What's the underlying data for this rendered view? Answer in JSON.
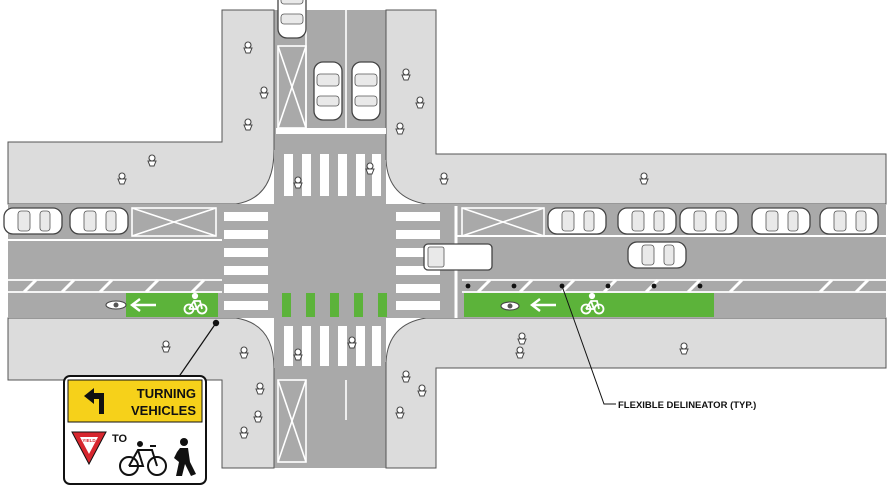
{
  "diagram": {
    "colors": {
      "road": "#a9a9a9",
      "sidewalk": "#dcdcdc",
      "bike_lane": "#5cb33a",
      "stripe": "#ffffff",
      "sign_yellow": "#f6d11a",
      "yield_red": "#d7262e",
      "outline": "#333333"
    },
    "callout": {
      "label": "FLEXIBLE DELINEATOR (TYP.)"
    },
    "sign": {
      "line1": "TURNING",
      "line2": "VEHICLES",
      "to_text": "TO",
      "yield_text": "YIELD",
      "icons": [
        "left-turn-arrow-icon",
        "yield-triangle-icon",
        "bicycle-icon",
        "pedestrian-icon"
      ]
    }
  }
}
